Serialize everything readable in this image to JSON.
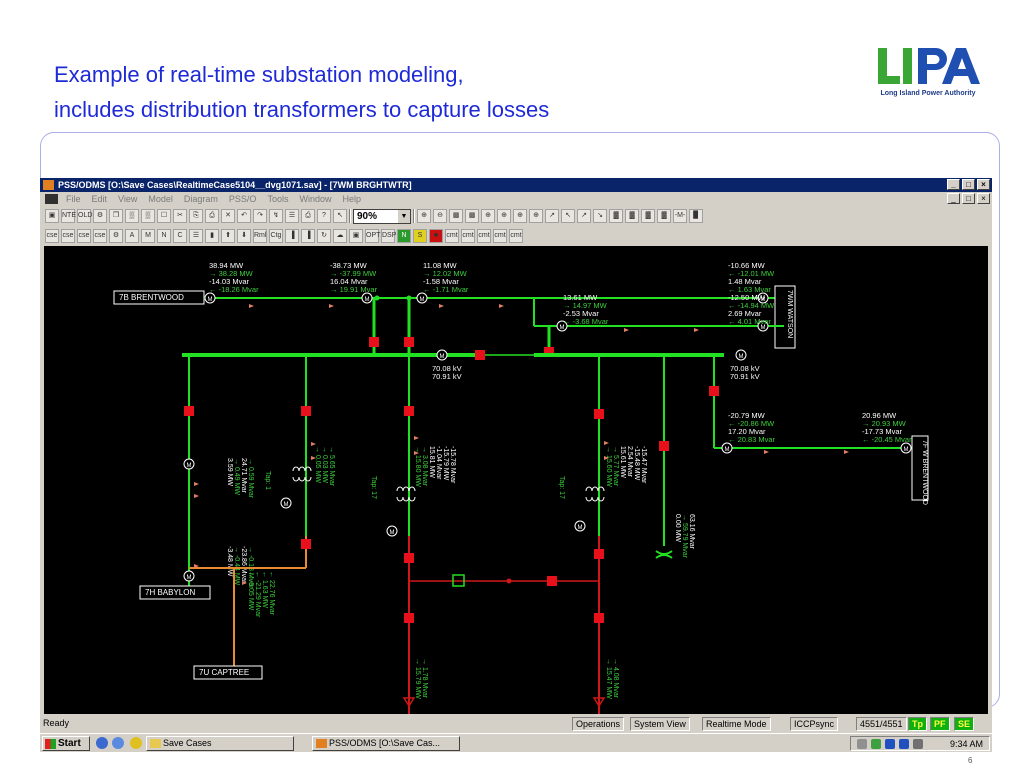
{
  "slide": {
    "title_line1": "Example of real-time substation modeling,",
    "title_line2": "includes distribution transformers to capture losses",
    "logo_text": "LIPA",
    "logo_tagline": "Long Island Power Authority",
    "page_number": "6"
  },
  "window": {
    "title": "PSS/ODMS [O:\\Save Cases\\RealtimeCase5104__dvg1071.sav] - [7WM BRGHTWTR]",
    "buttons": [
      "_",
      "□",
      "×"
    ]
  },
  "menu": [
    "File",
    "Edit",
    "View",
    "Model",
    "Diagram",
    "PSS/O",
    "Tools",
    "Window",
    "Help"
  ],
  "toolbar": {
    "zoom": "90%",
    "row1_icons": [
      "▣",
      "NTE",
      "OLD",
      "⚙",
      "❒",
      "▒",
      "▒",
      "☐",
      "✂",
      "⎘",
      "⎙",
      "✕",
      "↶",
      "↷",
      "↯",
      "☰",
      "⎙",
      "?",
      "↖"
    ],
    "row1_icons_b": [
      "⊕",
      "⊖",
      "▩",
      "▩",
      "⊕",
      "⊕",
      "⊕",
      "⊕",
      "↗",
      "↖",
      "↗",
      "↘",
      "▓",
      "▓",
      "▓",
      "▓",
      "-M-",
      "▉"
    ],
    "row2_icons": [
      "cse",
      "cse",
      "cse",
      "cse",
      "⚙",
      "A",
      "M",
      "N",
      "C",
      "☰",
      "▮",
      "⬆",
      "⬇",
      "Rml",
      "Ctg",
      "▐",
      "▐",
      "↻",
      "☁",
      "▣",
      "OPT",
      "DSP",
      "N",
      "S",
      "■",
      "cmt",
      "cmt",
      "cmt",
      "cmt",
      "cmt"
    ]
  },
  "diagram": {
    "stations": {
      "brentwood": "7B BRENTWOOD",
      "babylon": "7H BABYLON",
      "captree": "7U CAPTREE",
      "watson": "7WM WATSON",
      "f_brentwood": "7F W BRENTWOOD"
    },
    "top_flows": {
      "f1": [
        "38.94 MW",
        "→ 38.28 MW",
        "-14.03 Mvar",
        "← -18.26 Mvar"
      ],
      "f2": [
        "-38.73 MW",
        "→ -37.99 MW",
        "16.04 Mvar",
        "→ 19.91 Mvar"
      ],
      "f3": [
        "11.08 MW",
        "→ 12.02 MW",
        "-1.58 Mvar",
        "← -1.71 Mvar"
      ],
      "f4": [
        "13.61 MW",
        "→ 14.97 MW",
        "-2.53 Mvar",
        "← -3.68 Mvar"
      ],
      "f5": [
        "-10.66 MW",
        "← -12.01 MW",
        "1.48 Mvar",
        "← 1.63 Mvar",
        "-12.50 MW",
        "← -14.94 MW",
        "2.69 Mvar",
        "← 4.01 Mvar"
      ]
    },
    "bus_voltage_left": [
      "70.08 kV",
      "70.91 kV"
    ],
    "bus_voltage_right": [
      "70.08 kV",
      "70.91 kV"
    ],
    "right_flows": [
      "-20.79 MW",
      "← -20.86 MW",
      "17.20 Mvar",
      "← 20.83 Mvar"
    ],
    "far_right_flows": [
      "20.96 MW",
      "→ 20.93 MW",
      "-17.73 Mvar",
      "← -20.45 Mvar"
    ],
    "tap_labels": [
      "Tap: 1",
      "Tap: 17",
      "Tap: 17"
    ],
    "vertical_labels": {
      "v1": [
        "3.59 MW",
        "→ 0.49 MW",
        "24.71 Mvar",
        "→ 0.59 Mvar"
      ],
      "v2": [
        "-3.48 MW",
        "→ -0.44 MW",
        "-23.86 Mvar",
        "→ -0.18 Mvar"
      ],
      "v3": [
        "→ 0.05 MW",
        "→ 0.03 MW",
        "→ 5.65 Mvar"
      ],
      "v4": [
        "← -0.05 MW",
        "← -21.29 Mvar",
        "← 1.63 MW",
        "← 22.76 Mvar"
      ],
      "v5": [
        "→ 15.80 MW",
        "→ 3.08 Mvar",
        "15.81 MW",
        "-1.04 Mvar",
        "-15.79 MW",
        "-15.78 Mvar"
      ],
      "v6": [
        "→ 15.79 MW",
        "→ 1.78 Mvar"
      ],
      "v7": [
        "→ 15.60 MW",
        "→ 5.77 Mvar",
        "15.61 MW",
        "2.54 Mvar",
        "-15.48 MW",
        "-15.47 Mvar"
      ],
      "v8": [
        "0.00 MW",
        "→ 59.79 Mvar",
        "63.16 Mvar"
      ],
      "v9": [
        "→ 15.47 MW",
        "→ 4.08 Mvar"
      ]
    },
    "colors": {
      "background": "#000000",
      "energized": "#22e022",
      "deenergized": "#d01818",
      "radial": "#e88a30",
      "breaker": "#e8101a",
      "text": "#ffffff",
      "text_flow": "#3cd03c"
    }
  },
  "status": {
    "ready": "Ready",
    "operations": "Operations",
    "system_view": "System View",
    "realtime_mode": "Realtime Mode",
    "iccp": "ICCPsync",
    "counter": "4551/4551",
    "tp": "Tp",
    "pf": "PF",
    "se": "SE"
  },
  "taskbar": {
    "start": "Start",
    "task1": "Save Cases",
    "task2": "PSS/ODMS [O:\\Save Cas...",
    "clock": "9:34 AM"
  }
}
